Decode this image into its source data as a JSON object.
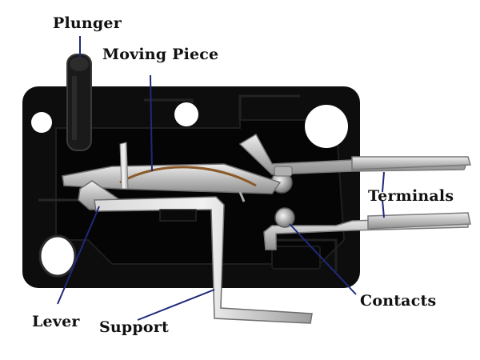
{
  "labels": {
    "plunger": "Plunger",
    "moving_piece": "Moving Piece",
    "terminals": "Terminals",
    "contacts": "Contacts",
    "lever": "Lever",
    "support": "Support"
  },
  "colors": {
    "housing": "#0d0d0d",
    "housing_edge": "#2a2a2a",
    "metal": "#c9c9c9",
    "metal_dark": "#8a8a8a",
    "leader": "#1f2a7a",
    "text": "#111111"
  }
}
